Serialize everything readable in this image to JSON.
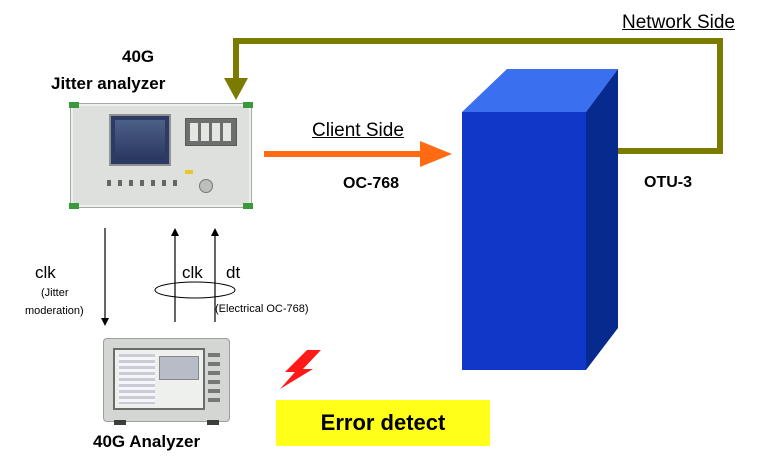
{
  "labels": {
    "network_side": "Network Side",
    "jitter_title_line1": "40G",
    "jitter_title_line2": "Jitter analyzer",
    "client_side": "Client Side",
    "oc768": "OC-768",
    "otu3": "OTU-3",
    "clk_left": "clk",
    "jitter_mod_line1": "(Jitter",
    "jitter_mod_line2": "moderation)",
    "clk_right": "clk",
    "dt": "dt",
    "electrical": "(Electrical OC-768)",
    "analyzer_name": "40G Analyzer",
    "error_detect": "Error detect"
  },
  "icons": {
    "lightning": "lightning-bolt-icon"
  },
  "colors": {
    "olive_loop": "#7b7b00",
    "client_arrow": "#ff6a13",
    "cube_front": "#1037c8",
    "cube_top": "#3a6ff0",
    "cube_side": "#062a8e",
    "error_bg": "#ffff1a",
    "lightning": "#ff1a1a"
  }
}
